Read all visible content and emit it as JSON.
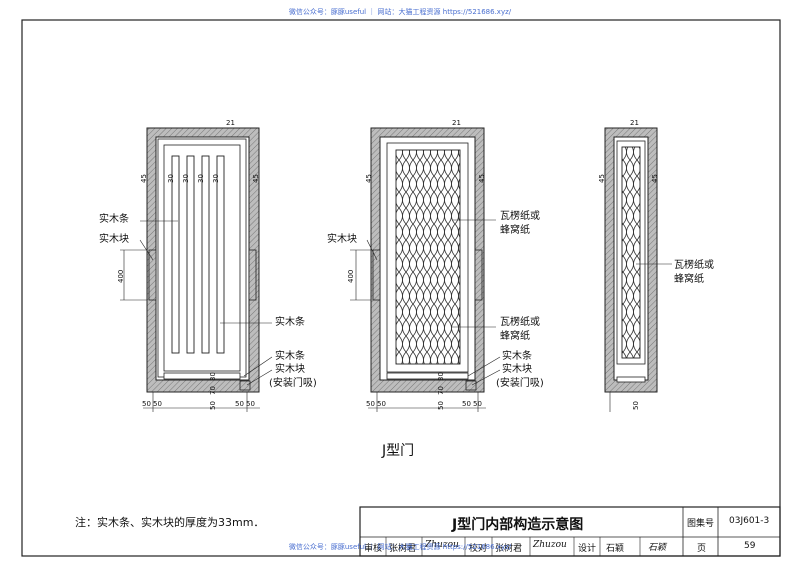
{
  "watermark": {
    "top": "微信公众号：豚豚useful ｜ 网站：大猫工程资源 https://521686.xyz/",
    "bottom": "微信公众号：豚豚useful ｜ 网站：大猫工程资源 https://521686.xyz/"
  },
  "door_a": {
    "top_dim": "21",
    "side_dim_left": "45",
    "side_dim_right": "45",
    "rail_dims": [
      "30",
      "30",
      "30",
      "30"
    ],
    "height_dim": "400",
    "labels": {
      "shimutiao_1": "实木条",
      "shimukuai": "实木块",
      "shimutiao_2": "实木条",
      "shimutiao_3": "实木条",
      "shimukuai_2": "实木块",
      "anzhuang": "(安装门吸)"
    },
    "bottom_dims": [
      "50",
      "50",
      "50",
      "50",
      "50"
    ],
    "vert_dims": [
      "70",
      "30"
    ]
  },
  "door_b": {
    "top_dim": "21",
    "side_dim_left": "45",
    "side_dim_right": "45",
    "height_dim": "400",
    "labels": {
      "shimukuai": "实木块",
      "waleng_1a": "瓦楞纸或",
      "waleng_1b": "蜂窝纸",
      "waleng_2a": "瓦楞纸或",
      "waleng_2b": "蜂窝纸",
      "shimutiao": "实木条",
      "shimukuai_2": "实木块",
      "anzhuang": "(安装门吸)"
    },
    "bottom_dims": [
      "50",
      "50",
      "50",
      "50",
      "50"
    ],
    "vert_dims": [
      "70",
      "30"
    ]
  },
  "door_c": {
    "top_dim": "21",
    "side_dim_left": "45",
    "side_dim_right": "45",
    "labels": {
      "waleng_a": "瓦楞纸或",
      "waleng_b": "蜂窝纸"
    },
    "bottom_dim": "50"
  },
  "caption": "J型门",
  "note": "注：实木条、实木块的厚度为33mm．",
  "title_block": {
    "title": "J型门内部构造示意图",
    "atlas_label": "图集号",
    "atlas_no": "03J601-3",
    "page_label": "页",
    "page_no": "59",
    "review_label": "审核",
    "review_name": "张树君",
    "check_label": "校对",
    "check_name": "张树君",
    "design_label": "设计",
    "design_name": "石颖",
    "sign_review": "Zhuzou",
    "sign_check": "Zhuzou",
    "sign_design": "石颖"
  }
}
